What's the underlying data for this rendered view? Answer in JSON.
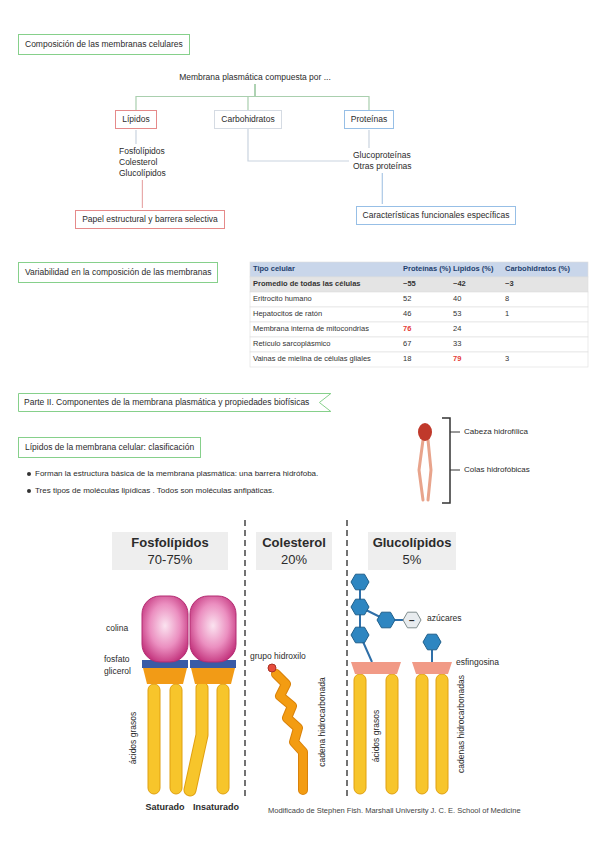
{
  "diagram": {
    "title": "Composición de las membranas celulares",
    "nodes": [
      {
        "text": [
          "Composición de las membranas celulares"
        ]
      },
      {
        "text": [
          "Membrana plasmática compuesta por ..."
        ]
      },
      {
        "text": [
          "Lípidos"
        ]
      },
      {
        "text": [
          "Carbohidratos"
        ]
      },
      {
        "text": [
          "Proteínas"
        ]
      },
      {
        "text": [
          "Fosfolípidos",
          "Colesterol",
          "Glucolípidos"
        ]
      },
      {
        "text": [
          "Glucoproteínas",
          "Otras proteínas"
        ]
      },
      {
        "text": [
          "Papel estructural y barrera selectiva"
        ]
      },
      {
        "text": [
          "Características funcionales específicas"
        ]
      },
      {
        "text": [
          "Variabilidad en la composición de las membranas"
        ]
      },
      {
        "text": [
          "Parte II. Componentes de la membrana plasmática y propiedades biofísicas"
        ]
      },
      {
        "text": [
          "Lípidos de la membrana celular: clasificación"
        ]
      }
    ],
    "edges": [
      {
        "from": 1,
        "to": 2,
        "arrow": "none"
      },
      {
        "from": 1,
        "to": 3,
        "arrow": "none"
      },
      {
        "from": 1,
        "to": 4,
        "arrow": "none"
      },
      {
        "from": 2,
        "to": 5,
        "arrow": "none"
      },
      {
        "from": 5,
        "to": 7,
        "arrow": "none"
      },
      {
        "from": 3,
        "to": 6,
        "arrow": "none"
      },
      {
        "from": 4,
        "to": 6,
        "arrow": "none"
      },
      {
        "from": 6,
        "to": 8,
        "arrow": "none"
      }
    ],
    "labels": [
      "Tipo celular",
      "Proteínas (%)",
      "Lípidos (%)",
      "Carbohidratos (%)",
      "Promedio de todas las células",
      "~55",
      "~42",
      "~3",
      "Eritrocito humano",
      "52",
      "40",
      "8",
      "Hepatocitos de ratón",
      "46",
      "53",
      "1",
      "Membrana interna de mitocondrias",
      "76",
      "24",
      "Retículo sarcoplásmico",
      "67",
      "33",
      "Vainas de mielina de células gliales",
      "18",
      "79",
      "3",
      "Forman la estructura básica de la membrana plasmática: una barrera hidrófoba.",
      "Tres tipos de moléculas lipídicas . Todos son moléculas anfipáticas.",
      "Cabeza hidrofílica",
      "Colas hidrofóbicas",
      "Fosfolípidos",
      "70-75%",
      "Colesterol",
      "20%",
      "Glucolípidos",
      "5%",
      "colina",
      "fosfato",
      "glicerol",
      "ácidos grasos",
      "Saturado",
      "Insaturado",
      "grupo hidroxilo",
      "cadena hidrocarbonada",
      "−",
      "azúcares",
      "esfingosina",
      "ácidos grasos",
      "cadenas hidrocarbonadas",
      "Modificado de Stephen Fish. Marshall University J. C. E. School of Medicine"
    ]
  }
}
